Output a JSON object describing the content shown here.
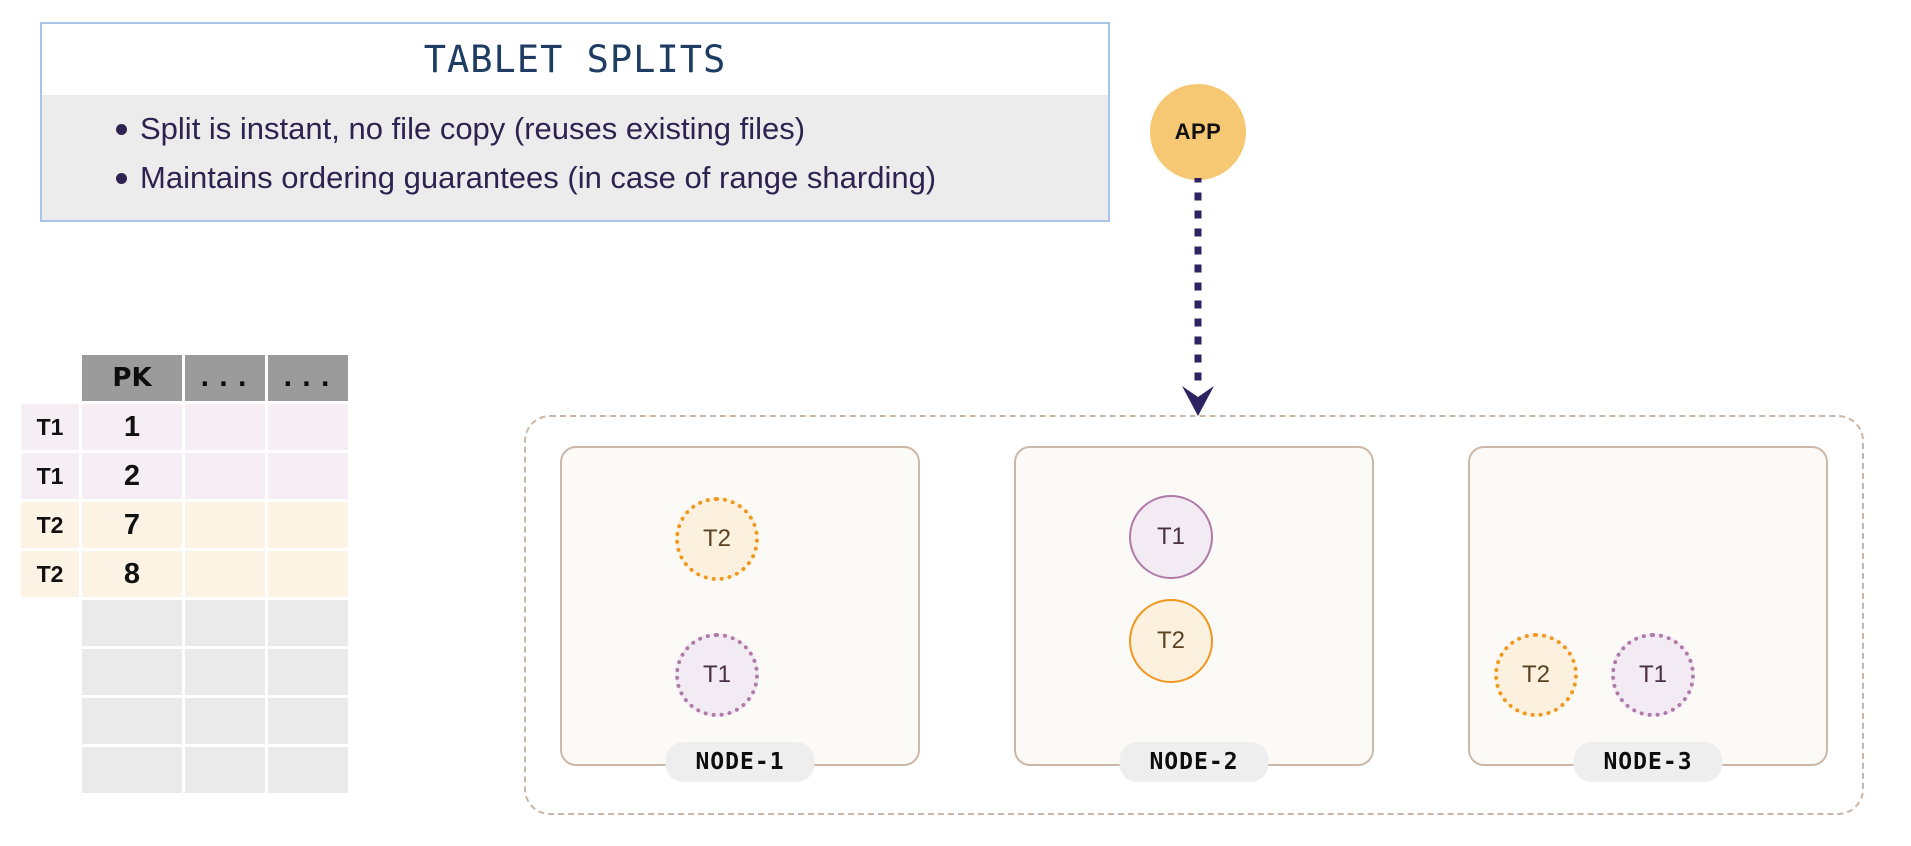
{
  "callout": {
    "title": "TABLET SPLITS",
    "bullets": [
      "Split is instant, no file copy (reuses existing files)",
      "Maintains ordering guarantees (in case of range sharding)"
    ],
    "border_color": "#a8c5e8",
    "title_color": "#1f3d63",
    "body_bg": "#ececec",
    "text_color": "#2d2350"
  },
  "table": {
    "headers": [
      "PK",
      "...",
      "..."
    ],
    "rows": [
      {
        "tag": "T1",
        "pk": "1",
        "c2": "",
        "c3": "",
        "style": "t1"
      },
      {
        "tag": "T1",
        "pk": "2",
        "c2": "",
        "c3": "",
        "style": "t1"
      },
      {
        "tag": "T2",
        "pk": "7",
        "c2": "",
        "c3": "",
        "style": "t2"
      },
      {
        "tag": "T2",
        "pk": "8",
        "c2": "",
        "c3": "",
        "style": "t2"
      },
      {
        "tag": "",
        "pk": "",
        "c2": "",
        "c3": "",
        "style": "empty"
      },
      {
        "tag": "",
        "pk": "",
        "c2": "",
        "c3": "",
        "style": "empty"
      },
      {
        "tag": "",
        "pk": "",
        "c2": "",
        "c3": "",
        "style": "empty"
      },
      {
        "tag": "",
        "pk": "",
        "c2": "",
        "c3": "",
        "style": "empty"
      }
    ],
    "header_bg": "#9b9b9b",
    "t1_bg": "#f5eef4",
    "t2_bg": "#fcf3e5",
    "empty_bg": "#eaeaea"
  },
  "app": {
    "label": "APP",
    "circle_color": "#f7c873",
    "arrow_color": "#2d2360"
  },
  "cluster": {
    "border_color": "#c9b6a6",
    "nodes": [
      {
        "label": "NODE-1",
        "tablets": [
          {
            "name": "T2",
            "type": "t2",
            "border": "dotted"
          },
          {
            "name": "T1",
            "type": "t1",
            "border": "dotted"
          }
        ]
      },
      {
        "label": "NODE-2",
        "tablets": [
          {
            "name": "T1",
            "type": "t1",
            "border": "solid"
          },
          {
            "name": "T2",
            "type": "t2",
            "border": "solid"
          }
        ]
      },
      {
        "label": "NODE-3",
        "tablets": [
          {
            "name": "T2",
            "type": "t2",
            "border": "dotted"
          },
          {
            "name": "T1",
            "type": "t1",
            "border": "dotted"
          }
        ]
      }
    ],
    "colors": {
      "t1_fill": "#f3ebf3",
      "t1_stroke": "#b07aa8",
      "t2_fill": "#fcf1df",
      "t2_stroke": "#f0971f",
      "node_bg": "#fbfaf7",
      "node_border": "#cbb8a8",
      "label_bg": "#eeeeee"
    }
  }
}
